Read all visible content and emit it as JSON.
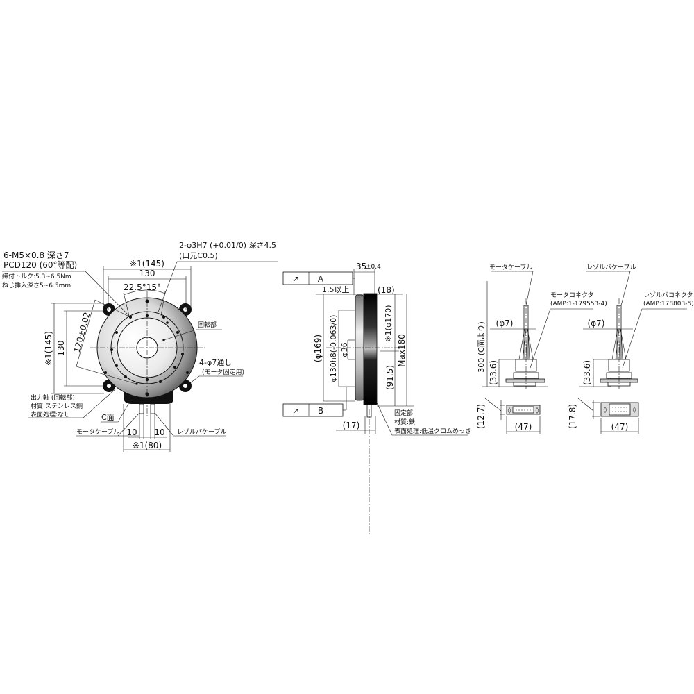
{
  "front_view": {
    "callout_mounting_holes": {
      "line1": "6-M5×0.8 深さ7",
      "line2": "PCD120 (60°等配)",
      "line3": "締付トルク:5.3~6.5Nm",
      "line4": "ねじ挿入深さ5~6.5mm"
    },
    "callout_pin_holes": {
      "line1": "2-φ3H7 (+0.01/0) 深さ4.5",
      "line2": "(口元C0.5)"
    },
    "dim_width_outer": "※1(145)",
    "dim_width_inner": "130",
    "dim_angle": "22.5°15°",
    "dim_height_outer": "※1(145)",
    "dim_height_inner": "130",
    "dim_pcd": "120±0.02",
    "label_rotating_part": "回転部",
    "callout_fix_holes": {
      "line1": "4-φ7通し",
      "line2": "(モータ固定用)"
    },
    "callout_output": {
      "line1": "出力軸 (回転部)",
      "line2": "材質:ステンレス鋼",
      "line3": "表面処理:なし"
    },
    "label_c_face": "C面",
    "label_motor_cable": "モータケーブル",
    "label_resolver_cable": "レゾルバケーブル",
    "dim_cable_left": "10",
    "dim_cable_right": "10",
    "dim_bottom": "※1(80)"
  },
  "side_view": {
    "tolerance_frame_a": {
      "symbol": "↗",
      "datum": "A"
    },
    "tolerance_frame_b": {
      "symbol": "↗",
      "datum": "B"
    },
    "dim_thickness": "35",
    "dim_thickness_tol": "±0.4",
    "dim_gap": "1.5以上",
    "dim_18": "(18)",
    "dim_169": "(φ169)",
    "dim_130h8": "φ130h8(-0.063/0)",
    "dim_36": "φ36",
    "dim_170": "※1(φ170)",
    "dim_91_5": "(91.5)",
    "dim_max180": "Max180",
    "dim_17": "(17)",
    "callout_fixed": {
      "line1": "固定部",
      "line2": "材質:鉄",
      "line3": "表面処理:低温クロムめっき"
    }
  },
  "motor_connector": {
    "label_cable": "モータケーブル",
    "label_connector": "モータコネクタ",
    "label_amp": "(AMP:1-179553-4)",
    "dim_dia": "(φ7)",
    "dim_length": "300 (C面より)",
    "dim_height": "(33.6)",
    "dim_face_height": "(12.7)",
    "dim_face_width": "(47)"
  },
  "resolver_connector": {
    "label_cable": "レゾルバケーブル",
    "label_connector": "レゾルバコネクタ",
    "label_amp": "(AMP:178803-5)",
    "dim_dia": "(φ7)",
    "dim_height": "(33.6)",
    "dim_face_height": "(17.8)",
    "dim_face_width": "(47)"
  }
}
